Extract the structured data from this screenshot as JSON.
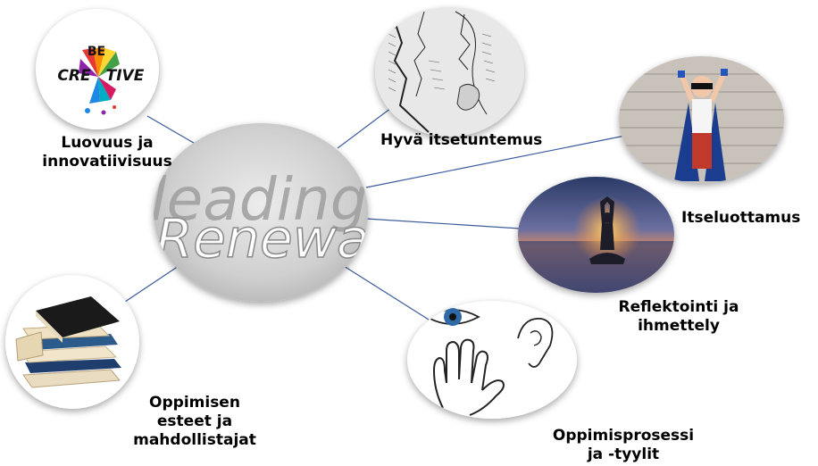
{
  "center": {
    "word_back": "leading",
    "word_front": "Renewa"
  },
  "logo": {
    "line1": "BE",
    "line2a": "CRE",
    "line2b": "TIVE"
  },
  "nodes": [
    {
      "lines": [
        "Luovuus ja",
        "innovatiivisuus"
      ],
      "icon": "be-creative-logo"
    },
    {
      "lines": [
        "Hyvä itsetuntemus"
      ],
      "icon": "two-faces-drawing"
    },
    {
      "lines": [
        "Itseluottamus"
      ],
      "icon": "superhero-child-photo"
    },
    {
      "lines": [
        "Reflektointi ja",
        "ihmettely"
      ],
      "icon": "meditation-sunset-photo"
    },
    {
      "lines": [
        "Oppimisprosessi",
        "ja -tyylit"
      ],
      "icon": "eye-ear-hand-drawing"
    },
    {
      "lines": [
        "Oppimisen",
        "esteet ja",
        "mahdollistajat"
      ],
      "icon": "book-stack-photo"
    }
  ],
  "colors": {
    "connector": "#3a5a9a",
    "center_fill": "#dcdcdc",
    "text": "#000000"
  }
}
